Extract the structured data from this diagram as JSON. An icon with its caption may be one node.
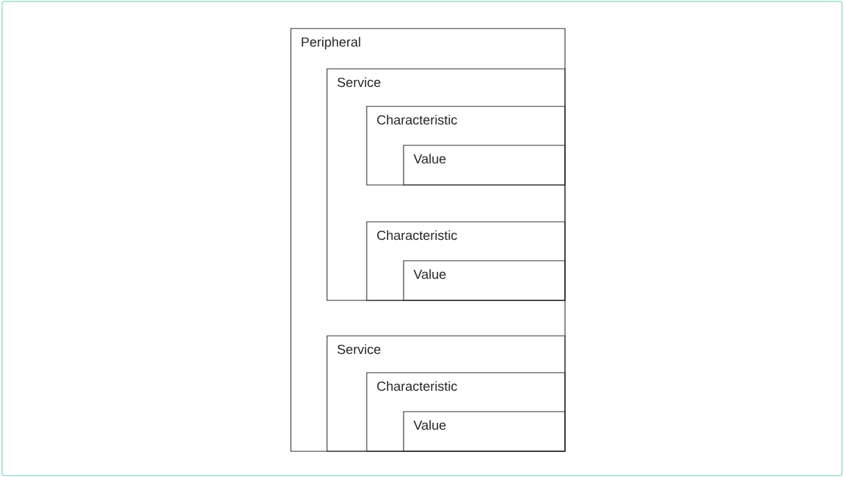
{
  "diagram": {
    "nodes": [
      {
        "text": [
          "Peripheral"
        ]
      },
      {
        "text": [
          "Service"
        ],
        "in": 0
      },
      {
        "text": [
          "Characteristic"
        ],
        "in": 1
      },
      {
        "text": [
          "Value"
        ],
        "in": 2
      },
      {
        "text": [
          "Characteristic"
        ],
        "in": 1
      },
      {
        "text": [
          "Value"
        ],
        "in": 4
      },
      {
        "text": [
          "Service"
        ],
        "in": 0
      },
      {
        "text": [
          "Characteristic"
        ],
        "in": 6
      },
      {
        "text": [
          "Value"
        ],
        "in": 7
      }
    ]
  }
}
